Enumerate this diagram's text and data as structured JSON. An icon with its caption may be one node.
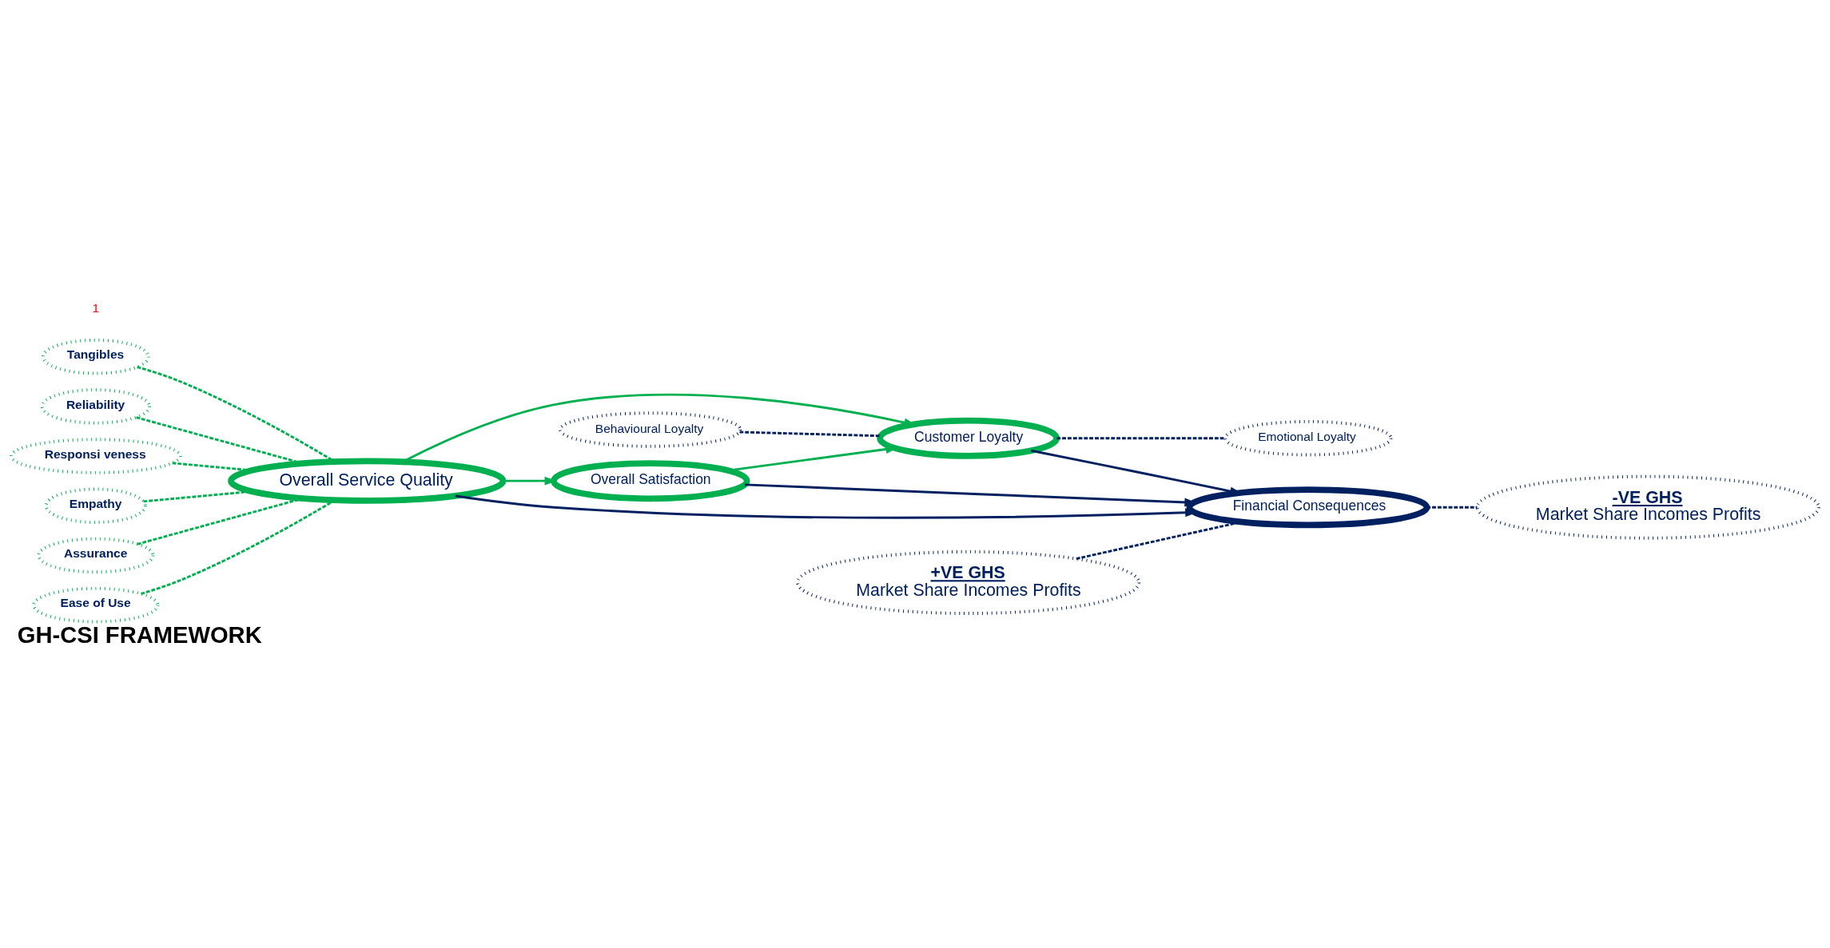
{
  "diagram": {
    "title": "GH-CSI FRAMEWORK",
    "nodes": [
      {
        "text": [
          "Tangibles"
        ]
      },
      {
        "text": [
          "Reliability"
        ]
      },
      {
        "text": [
          "Responsi veness"
        ]
      },
      {
        "text": [
          "Empathy"
        ]
      },
      {
        "text": [
          "Assurance"
        ]
      },
      {
        "text": [
          "Ease of Use"
        ]
      },
      {
        "text": [
          "Overall Service Quality"
        ]
      },
      {
        "text": [
          "Behavioural Loyalty"
        ]
      },
      {
        "text": [
          "Customer Loyalty"
        ]
      },
      {
        "text": [
          "Emotional Loyalty"
        ]
      },
      {
        "text": [
          "Overall Satisfaction"
        ]
      },
      {
        "text": [
          "Financial Consequences"
        ]
      },
      {
        "text": [
          "+VE GHS",
          "Market Share Incomes Profits"
        ]
      },
      {
        "text": [
          "-VE GHS",
          "Market Share Incomes Profits"
        ]
      }
    ],
    "edges": [
      {
        "from": 0,
        "to": 6,
        "arrow": "none",
        "style": "dashed"
      },
      {
        "from": 1,
        "to": 6,
        "arrow": "none",
        "style": "dashed"
      },
      {
        "from": 2,
        "to": 6,
        "arrow": "none",
        "style": "dashed"
      },
      {
        "from": 3,
        "to": 6,
        "arrow": "none",
        "style": "dashed"
      },
      {
        "from": 4,
        "to": 6,
        "arrow": "none",
        "style": "dashed"
      },
      {
        "from": 5,
        "to": 6,
        "arrow": "none",
        "style": "dashed"
      },
      {
        "from": 6,
        "to": 11,
        "arrow": "to",
        "color": "#002060"
      },
      {
        "from": 6,
        "to": 8,
        "arrow": "to"
      },
      {
        "from": 6,
        "to": 10,
        "arrow": "to"
      },
      {
        "from": 10,
        "to": 8,
        "arrow": "to"
      },
      {
        "from": 8,
        "to": 11,
        "arrow": "to",
        "color": "#002060"
      },
      {
        "from": 10,
        "to": 11,
        "arrow": "to",
        "color": "#002060"
      },
      {
        "from": 7,
        "to": 8,
        "arrow": "none",
        "style": "dashed",
        "color": "#002060"
      },
      {
        "from": 8,
        "to": 9,
        "arrow": "none",
        "style": "dashed",
        "color": "#002060"
      },
      {
        "from": 12,
        "to": 11,
        "arrow": "none",
        "style": "dashed",
        "color": "#002060"
      },
      {
        "from": 11,
        "to": 13,
        "arrow": "none",
        "style": "dashed",
        "color": "#002060"
      }
    ],
    "labels": [
      "1"
    ]
  }
}
